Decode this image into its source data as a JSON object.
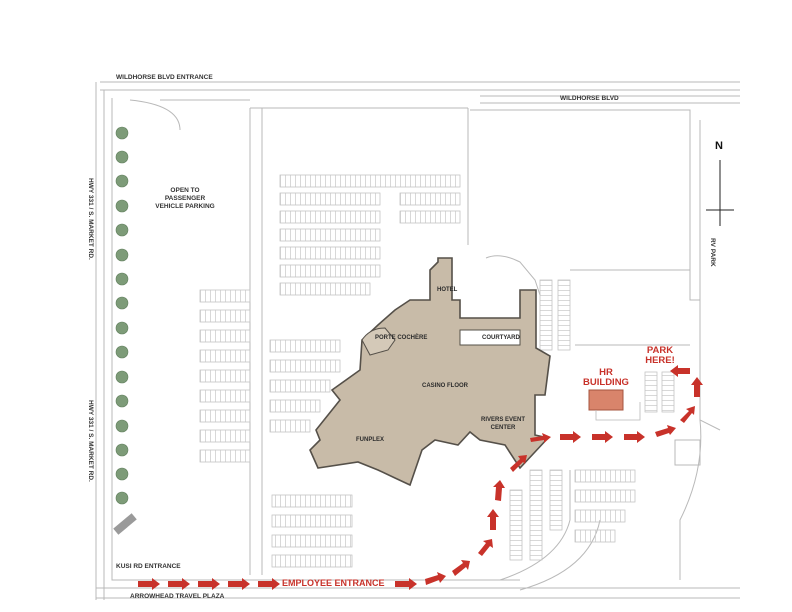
{
  "labels": {
    "wildhorse_entrance": "WILDHORSE BLVD ENTRANCE",
    "wildhorse_blvd": "WILDHORSE BLVD",
    "open_parking": "OPEN TO PASSENGER VEHICLE PARKING",
    "hwy_upper": "HWY 331 / S. MARKET RD.",
    "hwy_lower": "HWY 331 / S. MARKET RD.",
    "rv_park": "RV PARK",
    "north": "N",
    "hotel": "HOTEL",
    "porte_cochere": "PORTE COCHÈRE",
    "courtyard": "COURTYARD",
    "casino_floor": "CASINO FLOOR",
    "rivers_event_center": "RIVERS EVENT CENTER",
    "funplex": "FUNPLEX",
    "hr_building": "HR BUILDING",
    "park_here": "PARK HERE!",
    "kusi_entrance": "KUSI RD ENTRANCE",
    "employee_entrance": "EMPLOYEE ENTRANCE",
    "arrowhead": "ARROWHEAD TRAVEL PLAZA"
  },
  "colors": {
    "building_fill": "#c8bba8",
    "building_stroke": "#555049",
    "road_line": "#b9b9b9",
    "tree": "#7d9b78",
    "arrow_red": "#c8322a",
    "hr_fill": "#d9846b"
  }
}
